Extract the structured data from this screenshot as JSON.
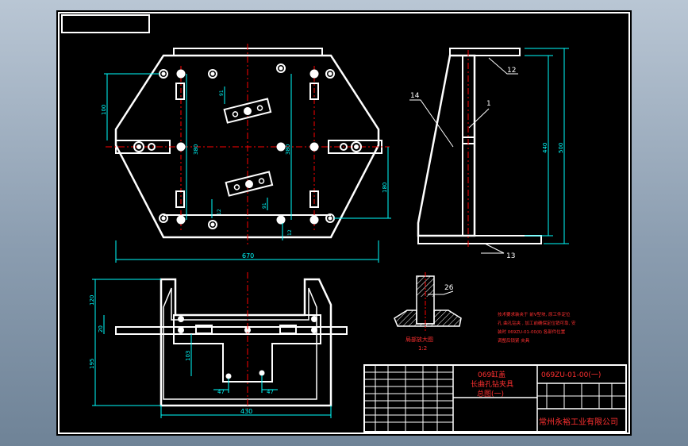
{
  "title_block": {
    "part_name_line1": "069缸盖",
    "part_name_line2": "长曲孔钻夹具",
    "part_name_line3": "总图(一)",
    "drawing_number": "069ZU-01-00(一)",
    "company": "常州永裕工业有限公司"
  },
  "callouts": [
    "14",
    "1",
    "12",
    "13",
    "26"
  ],
  "dimensions": {
    "top_width": "670",
    "top_height_left": "100",
    "top_hole_span_left": "380",
    "top_hole_span_right": "380",
    "top_height_right": "180",
    "top_small_a": "91",
    "top_small_b": "91",
    "top_small_c": "12",
    "top_small_d": "12",
    "side_height_inner": "440",
    "side_height_outer": "500",
    "front_width": "430",
    "front_height_a": "120",
    "front_height_b": "20",
    "front_height_c": "195",
    "front_offset": "103",
    "front_gap_left": "47",
    "front_gap_right": "47"
  },
  "detail": {
    "label": "局部放大图",
    "scale": "1:2"
  },
  "notes": [
    "技术要求装夹于 前V型块, 原工件定位",
    "孔 曲孔钻夹 , 加工前确保定位销可靠, 安",
    "装时 069ZU-01-00(Ⅱ) 各部件位置",
    "调整后锁紧 夹具"
  ],
  "colors": {
    "sheet": "#000000",
    "outline": "#ffffff",
    "dimension": "#00ffff",
    "centerline": "#ff0000",
    "title_text": "#ff3030"
  }
}
